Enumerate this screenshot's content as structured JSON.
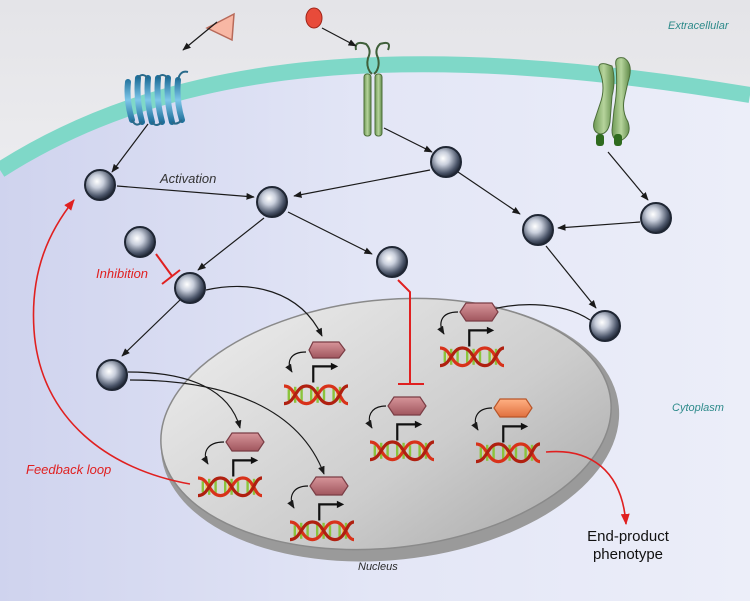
{
  "labels": {
    "extracellular": "Extracellular",
    "cytoplasm": "Cytoplasm",
    "nucleus": "Nucleus",
    "activation": "Activation",
    "inhibition": "Inhibition",
    "feedback_loop": "Feedback loop",
    "end_product_line1": "End-product",
    "end_product_line2": "phenotype"
  },
  "colors": {
    "membrane": "#7fd8c8",
    "cytoplasm": "#d8dcf2",
    "extracellular": "#f2f2f4",
    "node": "#2c3547",
    "inhibition": "#e02020",
    "feedback": "#e02020",
    "tf": "#b86e75",
    "tf_active": "#f08a5d",
    "dna_strand": "#d8321a",
    "dna_rung": "#8bc43c"
  },
  "icons": [
    "triangle-ligand-icon",
    "oval-ligand-icon",
    "gpcr-receptor-icon",
    "dimer-receptor-icon",
    "integrin-receptor-icon",
    "signaling-node-icon",
    "transcription-factor-icon",
    "dna-helix-icon"
  ]
}
